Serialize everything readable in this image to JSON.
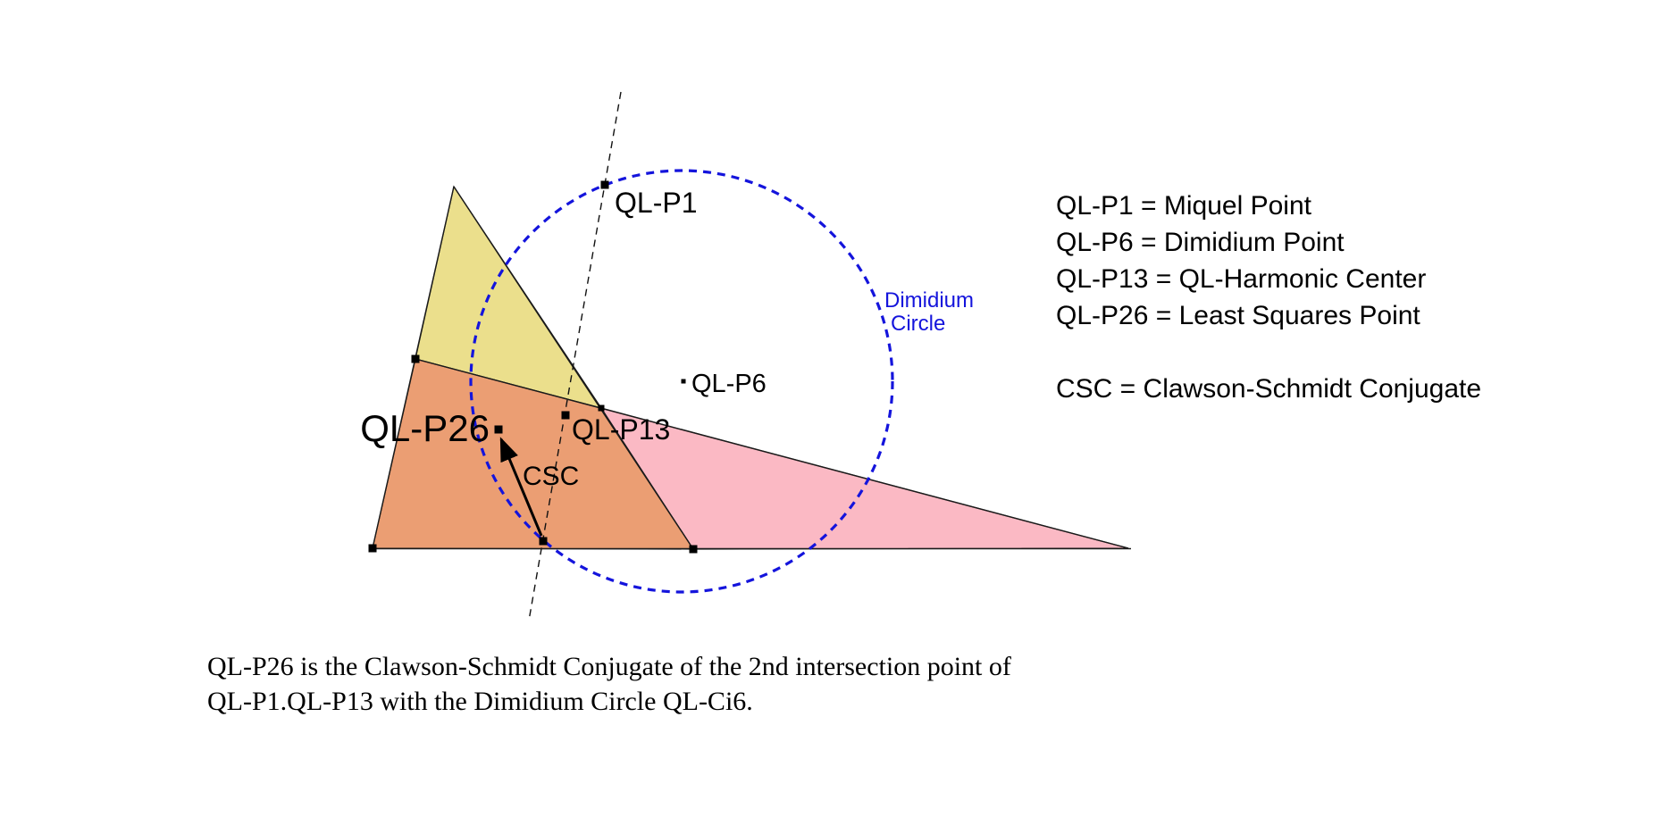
{
  "figure": {
    "colors": {
      "yellow": "#EBDF8C",
      "orange": "#EB9E73",
      "pink": "#FBB9C4",
      "blue": "#1414DC"
    },
    "point_labels": {
      "p1": "QL-P1",
      "p6": "QL-P6",
      "p13": "QL-P13",
      "p26": "QL-P26"
    },
    "csc_label": "CSC",
    "circle_label": {
      "line1": "Dimidium",
      "line2": "Circle"
    }
  },
  "legend": {
    "lines": [
      "QL-P1 = Miquel Point",
      "QL-P6 = Dimidium Point",
      "QL-P13 = QL-Harmonic Center",
      "QL-P26 = Least Squares Point"
    ],
    "csc_line": "CSC = Clawson-Schmidt Conjugate"
  },
  "caption": {
    "line1": "QL-P26 is the Clawson-Schmidt Conjugate of the 2nd intersection point of",
    "line2": "QL-P1.QL-P13 with the Dimidium Circle QL-Ci6."
  }
}
